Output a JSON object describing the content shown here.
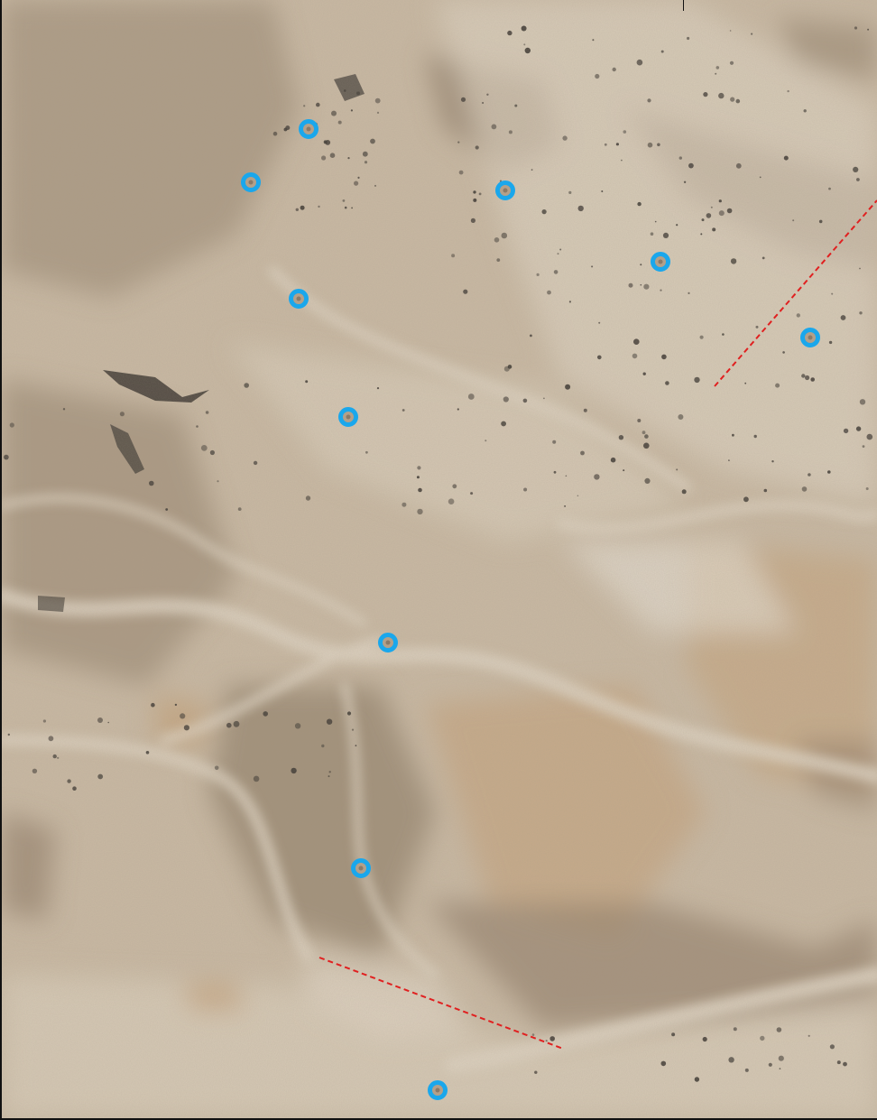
{
  "map": {
    "view": "satellite",
    "terrain_colors": {
      "base": "#c9b9a3",
      "light_wash": "#ddd2c0",
      "dark_ridge": "#8f7c66",
      "tan_slope": "#c4a27a",
      "vegetation": "#3f3a34",
      "bright_patch": "#eae4d8"
    },
    "marker": {
      "icon": "ring-marker-icon",
      "ring_color": "#1aa7ec",
      "center_color": "#b3a08a"
    },
    "boundary_line": {
      "color": "#e02020",
      "style": "dashed"
    },
    "markers": [
      {
        "id": "m1"
      },
      {
        "id": "m2"
      },
      {
        "id": "m3"
      },
      {
        "id": "m4"
      },
      {
        "id": "m5"
      },
      {
        "id": "m6"
      },
      {
        "id": "m7"
      },
      {
        "id": "m8"
      },
      {
        "id": "m9"
      },
      {
        "id": "m10"
      }
    ],
    "boundaries": [
      {
        "id": "upper-right"
      },
      {
        "id": "lower"
      }
    ]
  }
}
